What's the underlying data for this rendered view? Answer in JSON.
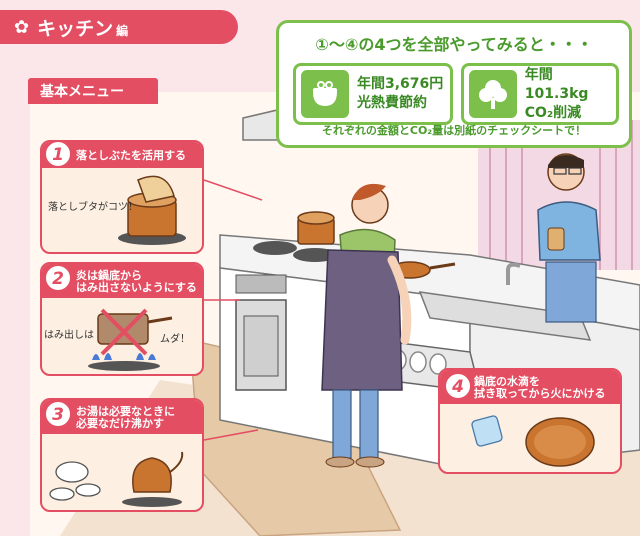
{
  "header": {
    "title": "キッチン",
    "suffix": "編"
  },
  "menu": {
    "label": "基本メニュー"
  },
  "summary": {
    "title": "①〜④の4つを全部やってみると・・・",
    "cost_line1": "年間3,676円",
    "cost_line2": "光熱費節約",
    "co2_line1": "年間101.3kg",
    "co2_line2": "CO₂削減",
    "note": "それぞれの金額とCO₂量は別紙のチェックシートで！"
  },
  "tips": [
    {
      "number": "1",
      "text1": "落としぶたを活用する",
      "text2": "",
      "handwriting": "落としブタがコツ！"
    },
    {
      "number": "2",
      "text1": "炎は鍋底から",
      "text2": "はみ出さないようにする",
      "handwriting_left": "はみ出しは",
      "handwriting_right": "ムダ！"
    },
    {
      "number": "3",
      "text1": "お湯は必要なときに",
      "text2": "必要なだけ沸かす"
    },
    {
      "number": "4",
      "text1": "鍋底の水滴を",
      "text2": "拭き取ってから火にかける"
    }
  ],
  "colors": {
    "accent": "#e34e62",
    "green": "#7cbf4a",
    "background": "#fbe6ea"
  }
}
